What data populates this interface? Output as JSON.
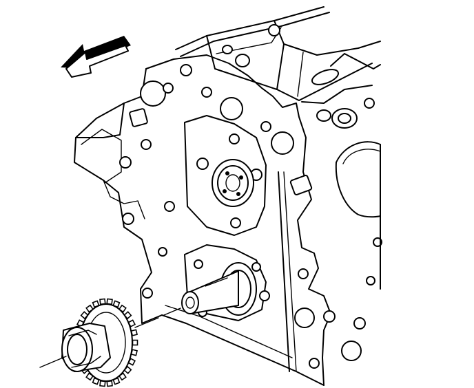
{
  "figure": {
    "type": "technical-line-drawing",
    "subject": "engine-block-front-with-crankshaft-sprocket",
    "colors": {
      "ink": "#000000",
      "background": "#ffffff"
    },
    "icons": {
      "direction_arrow": "arrow-up-left-icon",
      "component": "sprocket-gear-icon"
    },
    "gear": {
      "teeth": 26
    }
  }
}
